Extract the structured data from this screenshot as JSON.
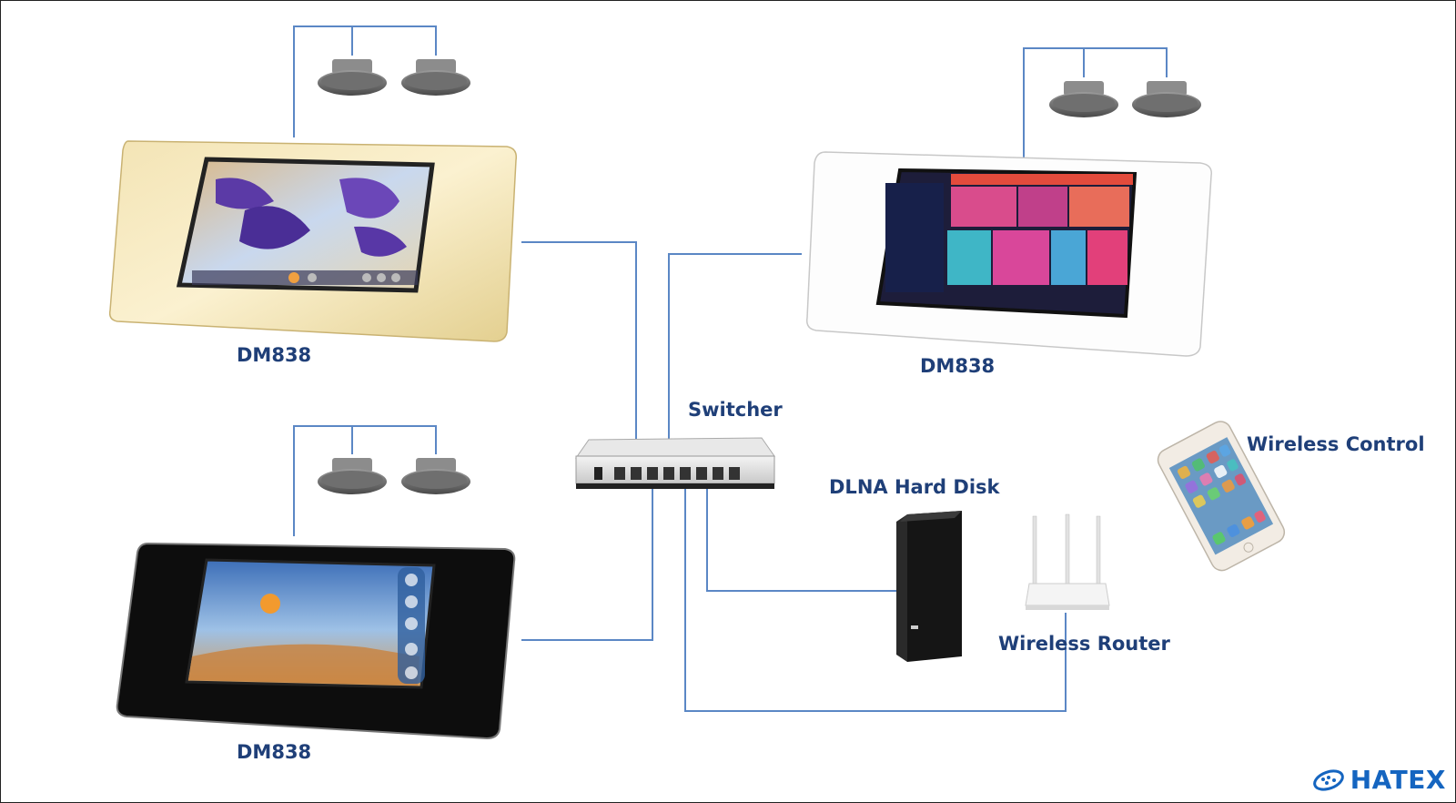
{
  "labels": {
    "panel_top_left": "DM838",
    "panel_top_right": "DM838",
    "panel_bottom_left": "DM838",
    "switcher": "Switcher",
    "hard_disk": "DLNA Hard Disk",
    "wireless_router": "Wireless Router",
    "wireless_control": "Wireless Control"
  },
  "logo": {
    "text": "HATEX"
  },
  "colors": {
    "connection_line": "#5b87c5",
    "label_text": "#1f3f78",
    "logo_text": "#1565c0"
  }
}
